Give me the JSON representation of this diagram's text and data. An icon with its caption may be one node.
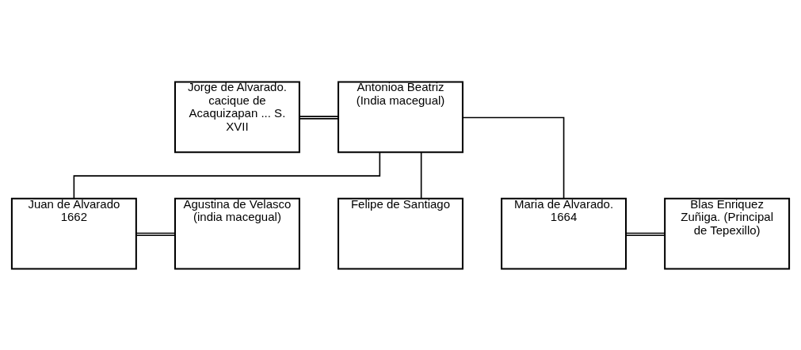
{
  "diagram": {
    "nodes": [
      {
        "text": [
          "Jorge de Alvarado. cacique de Acaquizapan ... S. XVII"
        ]
      },
      {
        "text": [
          "Antonioa Beatriz (India macegual)"
        ]
      },
      {
        "text": [
          "Juan de Alvarado 1662"
        ]
      },
      {
        "text": [
          "Agustina de Velasco (india macegual)"
        ]
      },
      {
        "text": [
          "Felipe de Santiago"
        ]
      },
      {
        "text": [
          "Maria de Alvarado. 1664"
        ]
      },
      {
        "text": [
          "Blas Enriquez Zuñiga. (Principal de Tepexillo)"
        ]
      }
    ],
    "edges": [
      {
        "from": 0,
        "to": 1,
        "arrow": "none"
      },
      {
        "from": 1,
        "to": 2,
        "arrow": "none"
      },
      {
        "from": 1,
        "to": 4,
        "arrow": "none"
      },
      {
        "from": 1,
        "to": 5,
        "arrow": "none"
      },
      {
        "from": 2,
        "to": 3,
        "arrow": "none"
      },
      {
        "from": 5,
        "to": 6,
        "arrow": "none"
      }
    ]
  }
}
